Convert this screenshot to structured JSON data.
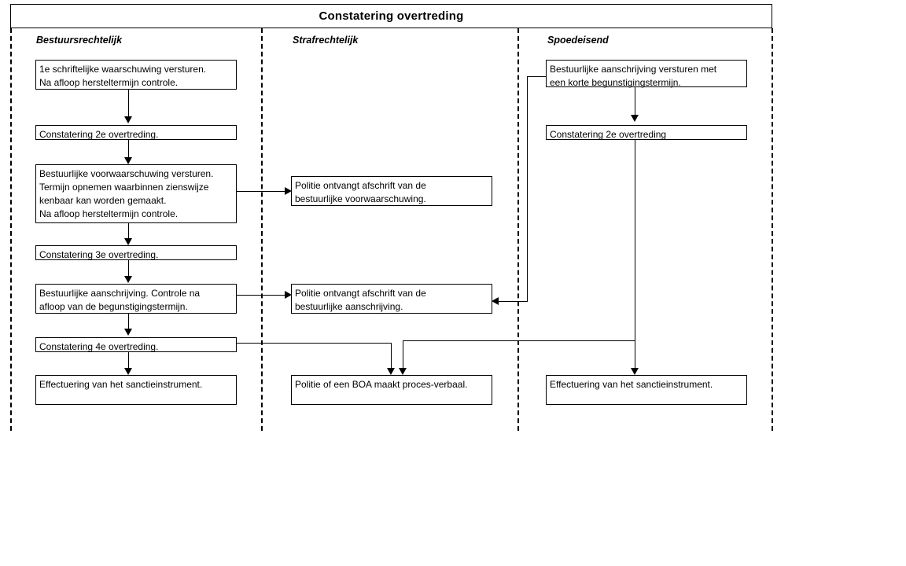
{
  "diagram": {
    "title": "Constatering overtreding",
    "lanes": [
      {
        "id": "bestuursrechtelijk",
        "label": "Bestuursrechtelijk"
      },
      {
        "id": "strafrechtelijk",
        "label": "Strafrechtelijk"
      },
      {
        "id": "spoedeisend",
        "label": "Spoedeisend"
      }
    ],
    "nodes": {
      "b1": {
        "lane": "bestuursrechtelijk",
        "lines": [
          "1e schriftelijke waarschuwing versturen.",
          "Na afloop hersteltermijn controle."
        ]
      },
      "b2": {
        "lane": "bestuursrechtelijk",
        "lines": [
          "Constatering 2e overtreding."
        ]
      },
      "b3": {
        "lane": "bestuursrechtelijk",
        "lines": [
          "Bestuurlijke voorwaarschuwing versturen.",
          "Termijn opnemen waarbinnen zienswijze",
          "kenbaar kan worden gemaakt.",
          "Na afloop hersteltermijn controle."
        ]
      },
      "b4": {
        "lane": "bestuursrechtelijk",
        "lines": [
          "Constatering 3e overtreding."
        ]
      },
      "b5": {
        "lane": "bestuursrechtelijk",
        "lines": [
          "Bestuurlijke aanschrijving. Controle na",
          "afloop van de begunstigingstermijn."
        ]
      },
      "b6": {
        "lane": "bestuursrechtelijk",
        "lines": [
          "Constatering 4e overtreding."
        ]
      },
      "b7": {
        "lane": "bestuursrechtelijk",
        "lines": [
          "Effectuering van het sanctieinstrument."
        ]
      },
      "s1": {
        "lane": "strafrechtelijk",
        "lines": [
          "Politie ontvangt afschrift van de",
          "bestuurlijke voorwaarschuwing."
        ]
      },
      "s2": {
        "lane": "strafrechtelijk",
        "lines": [
          "Politie ontvangt afschrift van de",
          "bestuurlijke aanschrijving."
        ]
      },
      "s3": {
        "lane": "strafrechtelijk",
        "lines": [
          "Politie of een BOA maakt proces-verbaal."
        ]
      },
      "p1": {
        "lane": "spoedeisend",
        "lines": [
          "Bestuurlijke aanschrijving versturen met",
          "een korte begunstigingstermijn."
        ]
      },
      "p2": {
        "lane": "spoedeisend",
        "lines": [
          "Constatering 2e overtreding"
        ]
      },
      "p3": {
        "lane": "spoedeisend",
        "lines": [
          "Effectuering van het sanctieinstrument."
        ]
      }
    },
    "edges": [
      {
        "from": "b1",
        "to": "b2",
        "kind": "down-arrow"
      },
      {
        "from": "b2",
        "to": "b3",
        "kind": "down-arrow"
      },
      {
        "from": "b3",
        "to": "b4",
        "kind": "down-arrow"
      },
      {
        "from": "b4",
        "to": "b5",
        "kind": "down-arrow"
      },
      {
        "from": "b5",
        "to": "b6",
        "kind": "down-arrow"
      },
      {
        "from": "b6",
        "to": "b7",
        "kind": "down-arrow"
      },
      {
        "from": "b3",
        "to": "s1",
        "kind": "right-arrow"
      },
      {
        "from": "b5",
        "to": "s2",
        "kind": "right-arrow"
      },
      {
        "from": "b6",
        "to": "s3",
        "kind": "elbow-down-arrow"
      },
      {
        "from": "p1",
        "to": "s2",
        "kind": "elbow-left-arrow"
      },
      {
        "from": "p1",
        "to": "p2",
        "kind": "down-arrow"
      },
      {
        "from": "p2",
        "to": "p3",
        "kind": "down-arrow"
      },
      {
        "from": "p2",
        "to": "s3",
        "kind": "elbow-down-arrow"
      }
    ],
    "colors": {
      "stroke": "#000000",
      "background": "#ffffff",
      "text": "#000000"
    }
  }
}
